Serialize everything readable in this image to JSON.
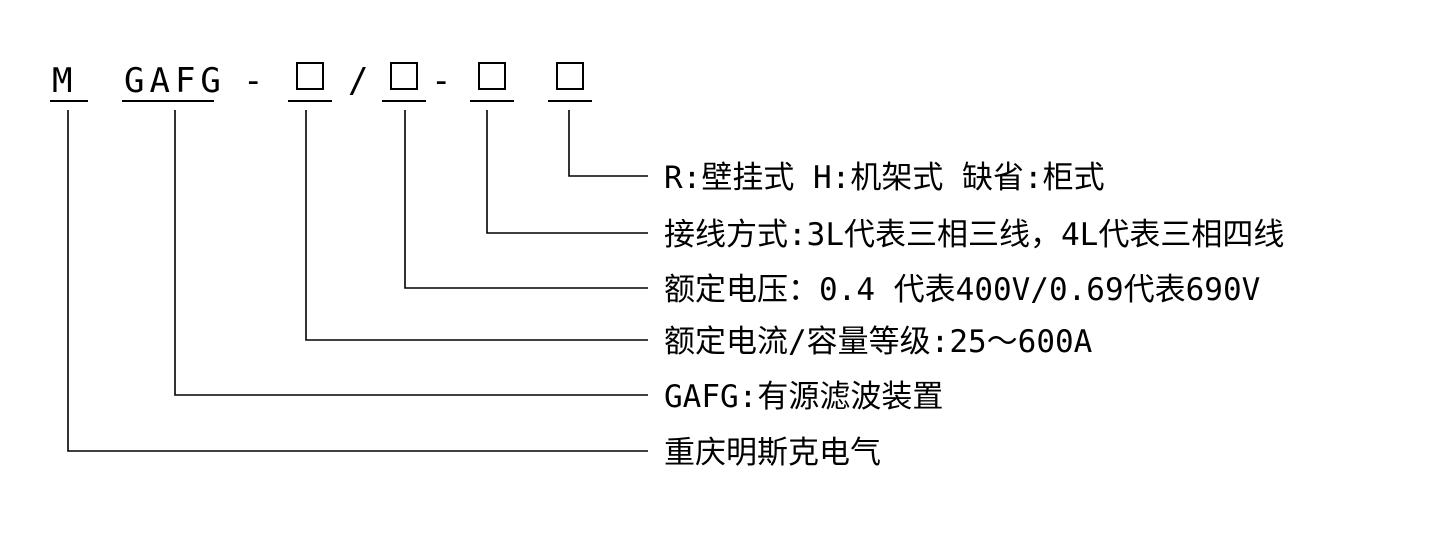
{
  "code": {
    "prefix": "M",
    "model": "GAFG",
    "dash1": "-",
    "slash": "/",
    "dash2": "-"
  },
  "descriptions": [
    "R:壁挂式 H:机架式 缺省:柜式",
    "接线方式:3L代表三相三线，4L代表三相四线",
    "额定电压：0.4 代表400V/0.69代表690V",
    "额定电流/容量等级:25～600A",
    "GAFG:有源滤波装置",
    "重庆明斯克电气"
  ]
}
